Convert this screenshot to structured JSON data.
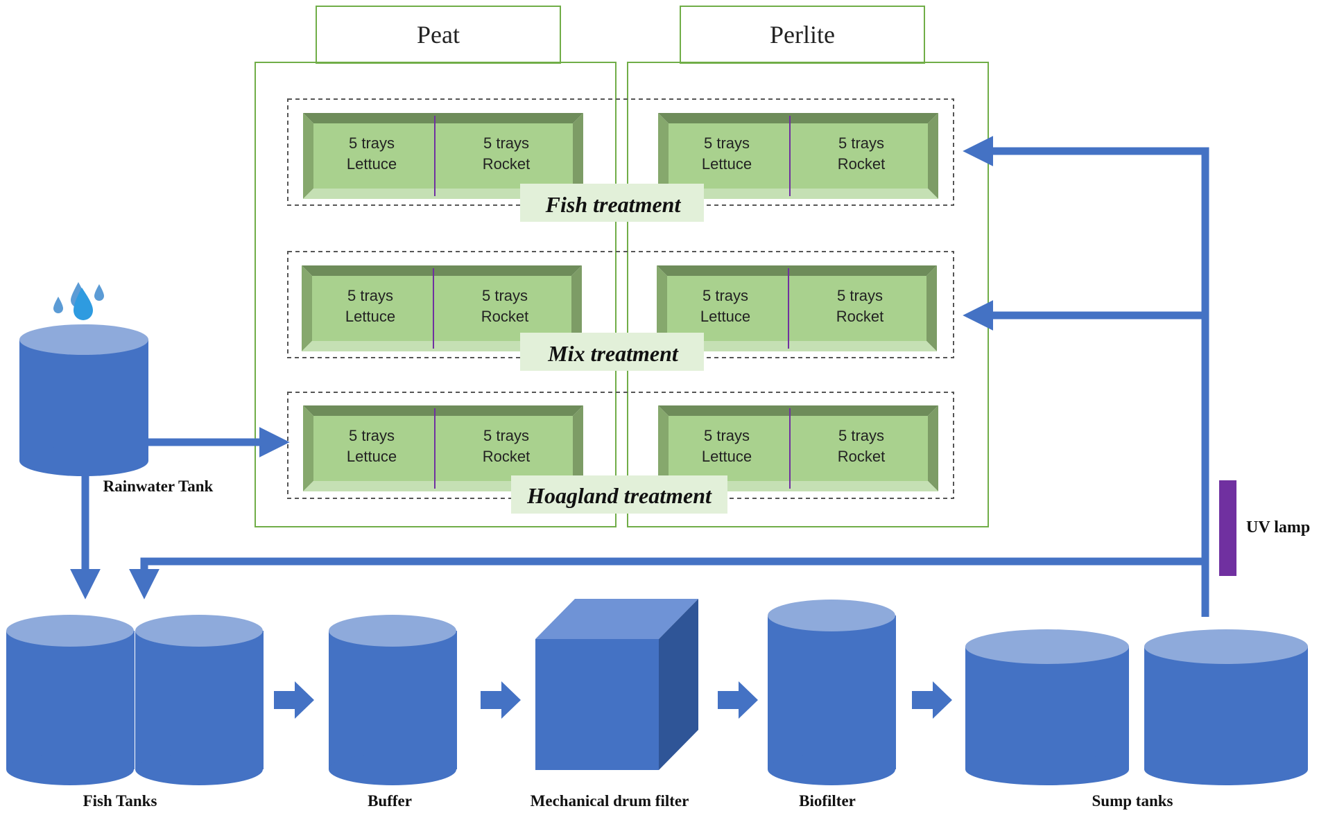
{
  "columns": {
    "peat": "Peat",
    "perlite": "Perlite"
  },
  "tray": {
    "lettuce": [
      "5 trays",
      "Lettuce"
    ],
    "rocket": [
      "5 trays",
      "Rocket"
    ]
  },
  "treatments": {
    "fish": "Fish treatment",
    "mix": "Mix treatment",
    "hoagland": "Hoagland treatment"
  },
  "labels": {
    "rainwater": "Rainwater Tank",
    "fish_tanks": "Fish Tanks",
    "buffer": "Buffer",
    "drum_filter": "Mechanical drum filter",
    "biofilter": "Biofilter",
    "sump_tanks": "Sump tanks",
    "uv_lamp": "UV lamp"
  },
  "colors": {
    "tank_blue": "#4472c4",
    "tank_top": "#8eaadb",
    "arrow_blue": "#4472c4",
    "tray_green": "#a9d18e",
    "tray_dark": "#6e8c5a",
    "frame_green": "#70ad47",
    "uv_purple": "#7030a0",
    "label_bg": "#e2f0d9"
  }
}
